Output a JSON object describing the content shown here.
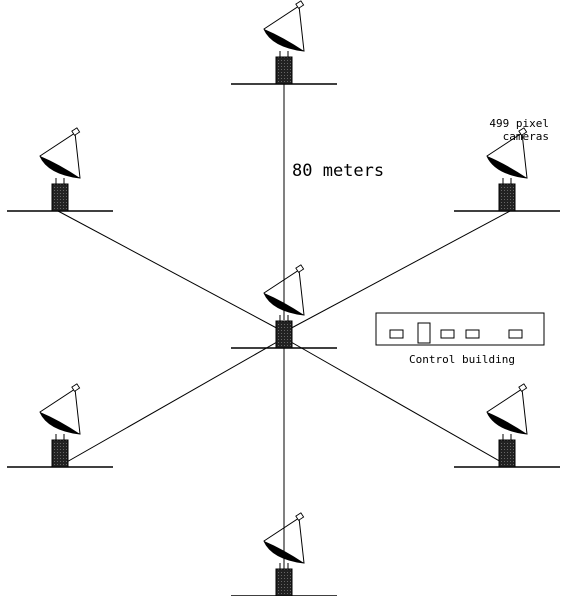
{
  "labels": {
    "spacing": "80 meters",
    "camera_line1": "499 pixel",
    "camera_line2": "cameras",
    "control_building": "Control building"
  },
  "telescopes": [
    {
      "id": "north"
    },
    {
      "id": "north-west"
    },
    {
      "id": "north-east"
    },
    {
      "id": "center"
    },
    {
      "id": "south-west"
    },
    {
      "id": "south-east"
    },
    {
      "id": "south"
    }
  ],
  "colors": {
    "line": "#000000",
    "pier_fill": "#111111",
    "background": "#ffffff"
  }
}
